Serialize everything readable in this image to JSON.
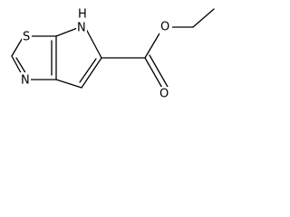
{
  "molecule": {
    "atoms": {
      "sulfur": "S",
      "nh": "H",
      "nh_n": "N",
      "thiazole_n": "N",
      "ester_o": "O",
      "carbonyl_o": "O"
    }
  }
}
